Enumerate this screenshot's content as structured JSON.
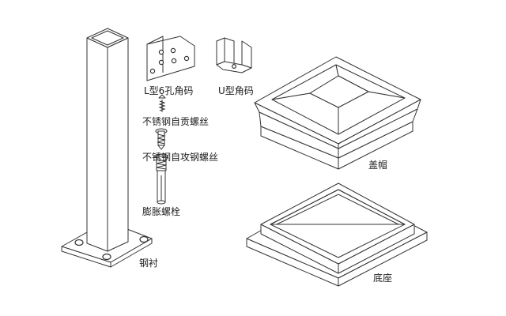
{
  "labels": {
    "l_bracket": "L型6孔角码",
    "self_drilling_screw": "不锈钢自贡螺丝",
    "self_tapping_screw": "不锈钢自攻钢螺丝",
    "expansion_bolt": "膨胀螺栓",
    "u_bracket": "U型角码",
    "steel_liner": "钢衬",
    "cap": "盖帽",
    "base": "底座"
  },
  "colors": {
    "line": "#333333",
    "fill": "#ffffff",
    "text": "#222222"
  }
}
